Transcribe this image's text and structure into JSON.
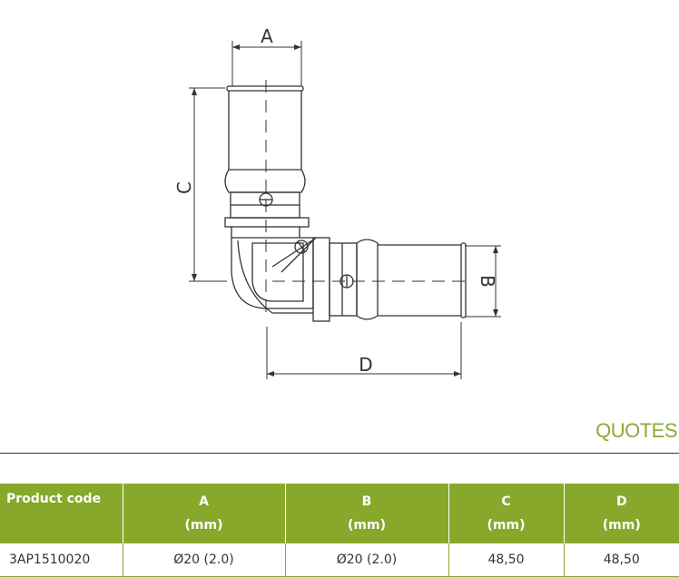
{
  "drawing": {
    "dim_a": "A",
    "dim_b": "B",
    "dim_c": "C",
    "dim_d": "D"
  },
  "section_title": "QUOTES",
  "table": {
    "headers": [
      {
        "label": "Product code",
        "unit": ""
      },
      {
        "label": "A",
        "unit": "(mm)"
      },
      {
        "label": "B",
        "unit": "(mm)"
      },
      {
        "label": "C",
        "unit": "(mm)"
      },
      {
        "label": "D",
        "unit": "(mm)"
      }
    ],
    "rows": [
      [
        "3AP1510020",
        "Ø20 (2.0)",
        "Ø20 (2.0)",
        "48,50",
        "48,50"
      ]
    ]
  },
  "colors": {
    "accent": "#88a82b",
    "text": "#333333"
  }
}
